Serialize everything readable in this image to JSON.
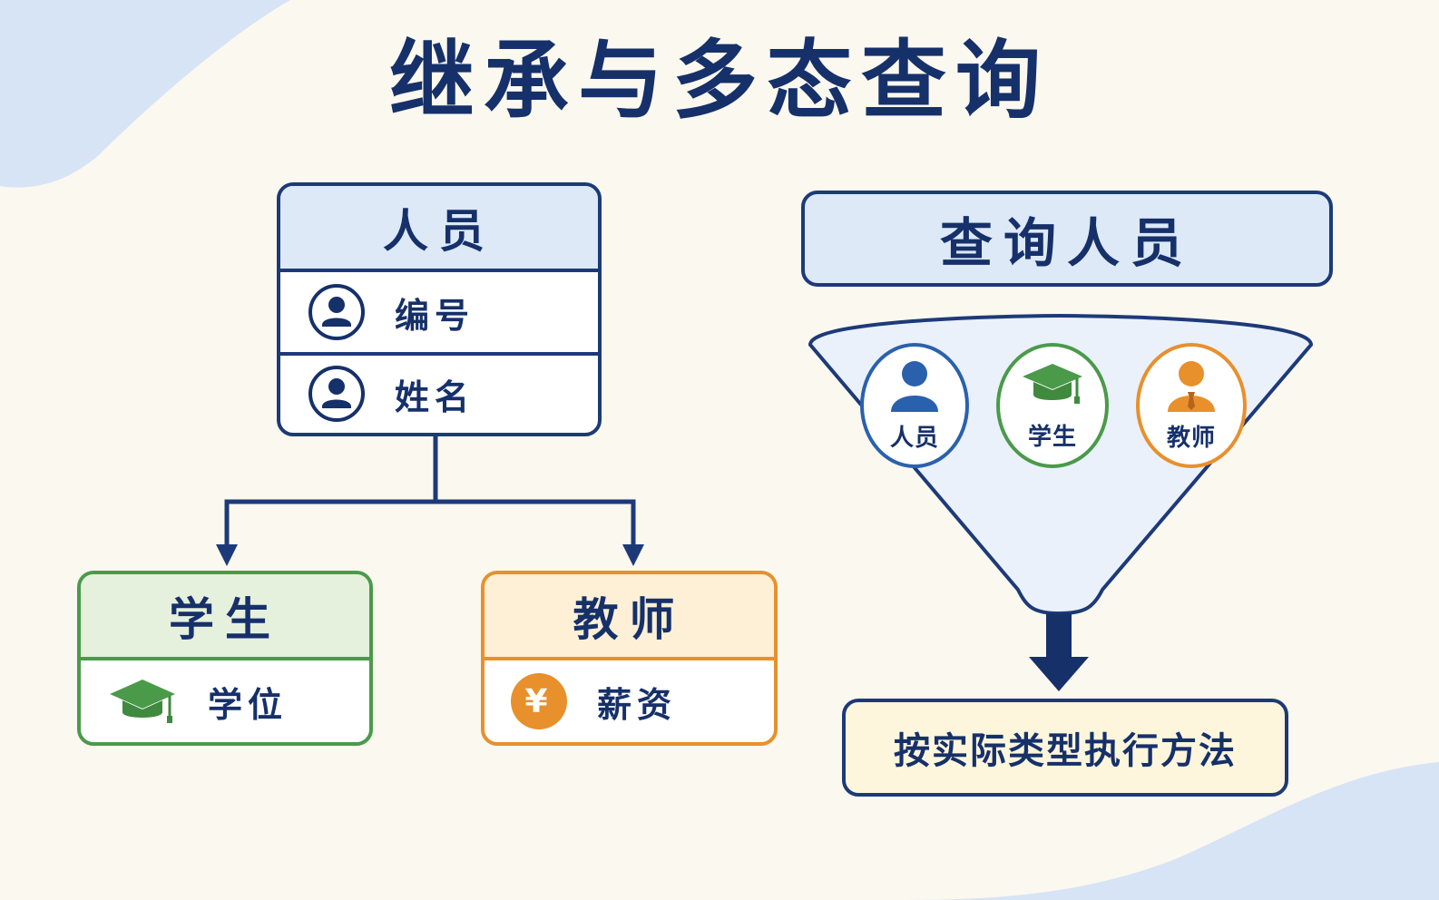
{
  "title": "继承与多态查询",
  "hierarchy": {
    "parent": {
      "name": "人员",
      "fields": [
        {
          "label": "编号",
          "icon": "user-circle-icon"
        },
        {
          "label": "姓名",
          "icon": "user-circle-icon"
        }
      ]
    },
    "children": [
      {
        "name": "学生",
        "field": {
          "label": "学位",
          "icon": "graduation-cap-icon"
        },
        "color": "#4a9a4a"
      },
      {
        "name": "教师",
        "field": {
          "label": "薪资",
          "icon": "yen-coin-icon",
          "symbol": "¥"
        },
        "color": "#e8902c"
      }
    ]
  },
  "query": {
    "label": "查询人员",
    "types": [
      {
        "label": "人员",
        "icon": "person-icon",
        "color": "#2a61ad"
      },
      {
        "label": "学生",
        "icon": "graduation-cap-icon",
        "color": "#4a9a4a"
      },
      {
        "label": "教师",
        "icon": "teacher-icon",
        "color": "#e8902c"
      }
    ],
    "result": "按实际类型执行方法"
  },
  "colors": {
    "navy": "#16306a",
    "line": "#1d3a78",
    "green": "#4a9a4a",
    "orange": "#e8902c",
    "blue": "#2a61ad"
  }
}
